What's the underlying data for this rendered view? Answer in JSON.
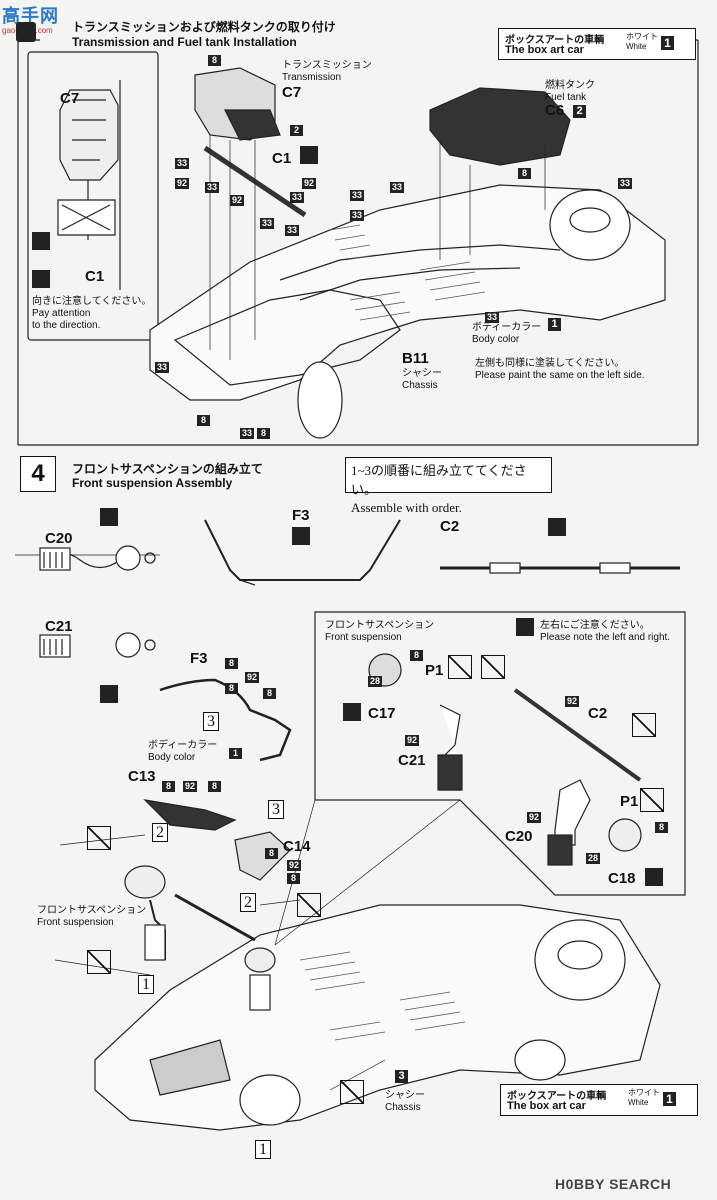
{
  "watermark_top": {
    "cn": "高手网",
    "url": "gao-shou.com"
  },
  "step3": {
    "title_jp": "トランスミッションおよび燃料タンクの取り付け",
    "title_en": "Transmission and Fuel tank Installation"
  },
  "box_art_top": {
    "jp": "ボックスアートの車輌",
    "en": "The box art car",
    "color_jp": "ホワイト",
    "color_en": "White",
    "num": "1"
  },
  "labels": {
    "c7_left": "C7",
    "transmission_jp": "トランスミッション",
    "transmission_en": "Transmission",
    "c7_right": "C7",
    "c1_top": "C1",
    "c1_left": "C1",
    "fuel_tank_jp": "燃料タンク",
    "fuel_tank_en": "Fuel tank",
    "c6": "C6",
    "c6_num": "2",
    "direction_jp": "向きに注意してください。",
    "direction_en1": "Pay attention",
    "direction_en2": "to the direction.",
    "body_color_jp": "ボディーカラー",
    "body_color_en": "Body color",
    "body_color_num": "1",
    "b11": "B11",
    "chassis_jp": "シャシー",
    "chassis_en": "Chassis",
    "left_side_jp": "左側も同様に塗装してください。",
    "left_side_en": "Please paint the same on the left side."
  },
  "step3_nums": [
    "8",
    "2",
    "33",
    "92",
    "33",
    "92",
    "92",
    "33",
    "33",
    "33",
    "33",
    "8",
    "33",
    "33",
    "33",
    "33",
    "33",
    "8",
    "33",
    "8"
  ],
  "step4": {
    "number": "4",
    "title_jp": "フロントサスペンションの組み立て",
    "title_en": "Front suspension Assembly",
    "order_jp": "1~3の順番に組み立ててください。",
    "order_en": "Assemble with order."
  },
  "step4_labels": {
    "c20_top": "C20",
    "f3_top": "F3",
    "c2_top": "C2",
    "c21_left": "C21",
    "f3_mid": "F3",
    "front_susp_jp": "フロントサスペンション",
    "front_susp_en": "Front suspension",
    "lr_note_jp": "左右にご注意ください。",
    "lr_note_en": "Please note the left and right.",
    "p1_a": "P1",
    "c17": "C17",
    "c21_right": "C21",
    "c2_right": "C2",
    "p1_b": "P1",
    "c20_right": "C20",
    "c18": "C18",
    "body_color_jp": "ボディーカラー",
    "body_color_en": "Body color",
    "c13": "C13",
    "c14": "C14",
    "front_susp2_jp": "フロントサスペンション",
    "front_susp2_en": "Front suspension",
    "chassis_jp": "シャシー",
    "chassis_en": "Chassis",
    "chassis_num": "3",
    "roman3a": "3",
    "roman2a": "2",
    "roman3b": "3",
    "roman2b": "2",
    "roman1a": "1",
    "roman1b": "1",
    "num_28a": "28",
    "num_8a": "8",
    "num_92a": "92",
    "num_92b": "92",
    "num_92c": "92",
    "num_28b": "28",
    "num_8b": "8",
    "num_8c": "8",
    "num_92d": "92",
    "num_8d": "8",
    "num_8e": "8",
    "num_1": "1",
    "num_8f": "8",
    "num_8g": "8",
    "num_92e": "92",
    "num_8h": "8",
    "num_92f": "92",
    "num_8i": "8"
  },
  "box_art_bottom": {
    "jp": "ボックスアートの車輌",
    "en": "The box art car",
    "color_jp": "ホワイト",
    "color_en": "White",
    "num": "1"
  },
  "watermark_bottom": "H0BBY SEARCH"
}
